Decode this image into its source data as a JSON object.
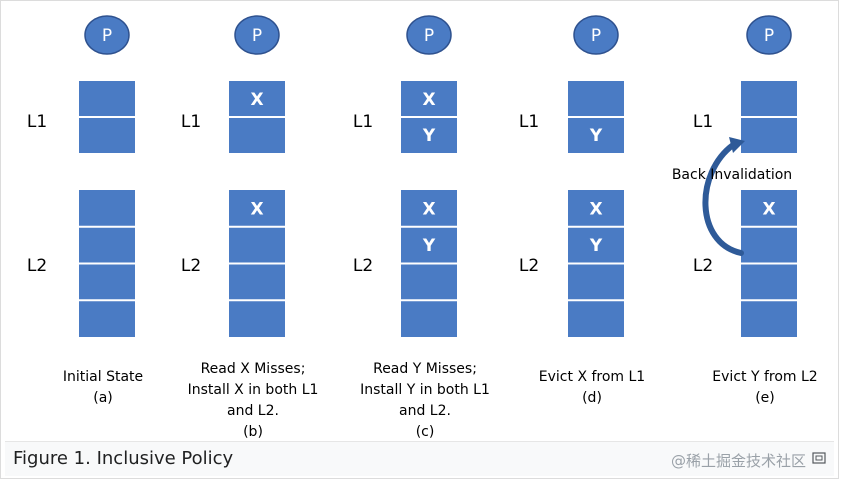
{
  "processor_label": "P",
  "level_labels": {
    "l1": "L1",
    "l2": "L2"
  },
  "columns": [
    {
      "l1_blocks": [
        "",
        ""
      ],
      "l2_blocks": [
        "",
        "",
        "",
        ""
      ],
      "caption_lines": [
        "Initial State",
        "(a)"
      ]
    },
    {
      "l1_blocks": [
        "X",
        ""
      ],
      "l2_blocks": [
        "X",
        "",
        "",
        ""
      ],
      "caption_lines": [
        "Read X Misses;",
        "Install X in both L1",
        "and L2.",
        "(b)"
      ]
    },
    {
      "l1_blocks": [
        "X",
        "Y"
      ],
      "l2_blocks": [
        "X",
        "Y",
        "",
        ""
      ],
      "caption_lines": [
        "Read Y Misses;",
        "Install Y in both L1",
        "and L2.",
        "(c)"
      ]
    },
    {
      "l1_blocks": [
        "",
        "Y"
      ],
      "l2_blocks": [
        "X",
        "Y",
        "",
        ""
      ],
      "caption_lines": [
        "Evict X from L1",
        "(d)"
      ]
    },
    {
      "l1_blocks": [
        "",
        ""
      ],
      "l2_blocks": [
        "X",
        "",
        "",
        ""
      ],
      "caption_lines": [
        "Evict  Y from L2",
        "(e)"
      ]
    }
  ],
  "back_invalidation_label": "Back Invalidation",
  "figure_caption": "Figure 1. Inclusive Policy",
  "watermark": "@稀土掘金技术社区",
  "colors": {
    "processor_fill": "#4a7bc4",
    "processor_stroke": "#2f528f",
    "block_fill": "#4a7bc4",
    "divider": "#ffffff",
    "arrow": "#2e5a98",
    "text": "#000000"
  },
  "icons": {
    "expand": "expand-icon"
  }
}
